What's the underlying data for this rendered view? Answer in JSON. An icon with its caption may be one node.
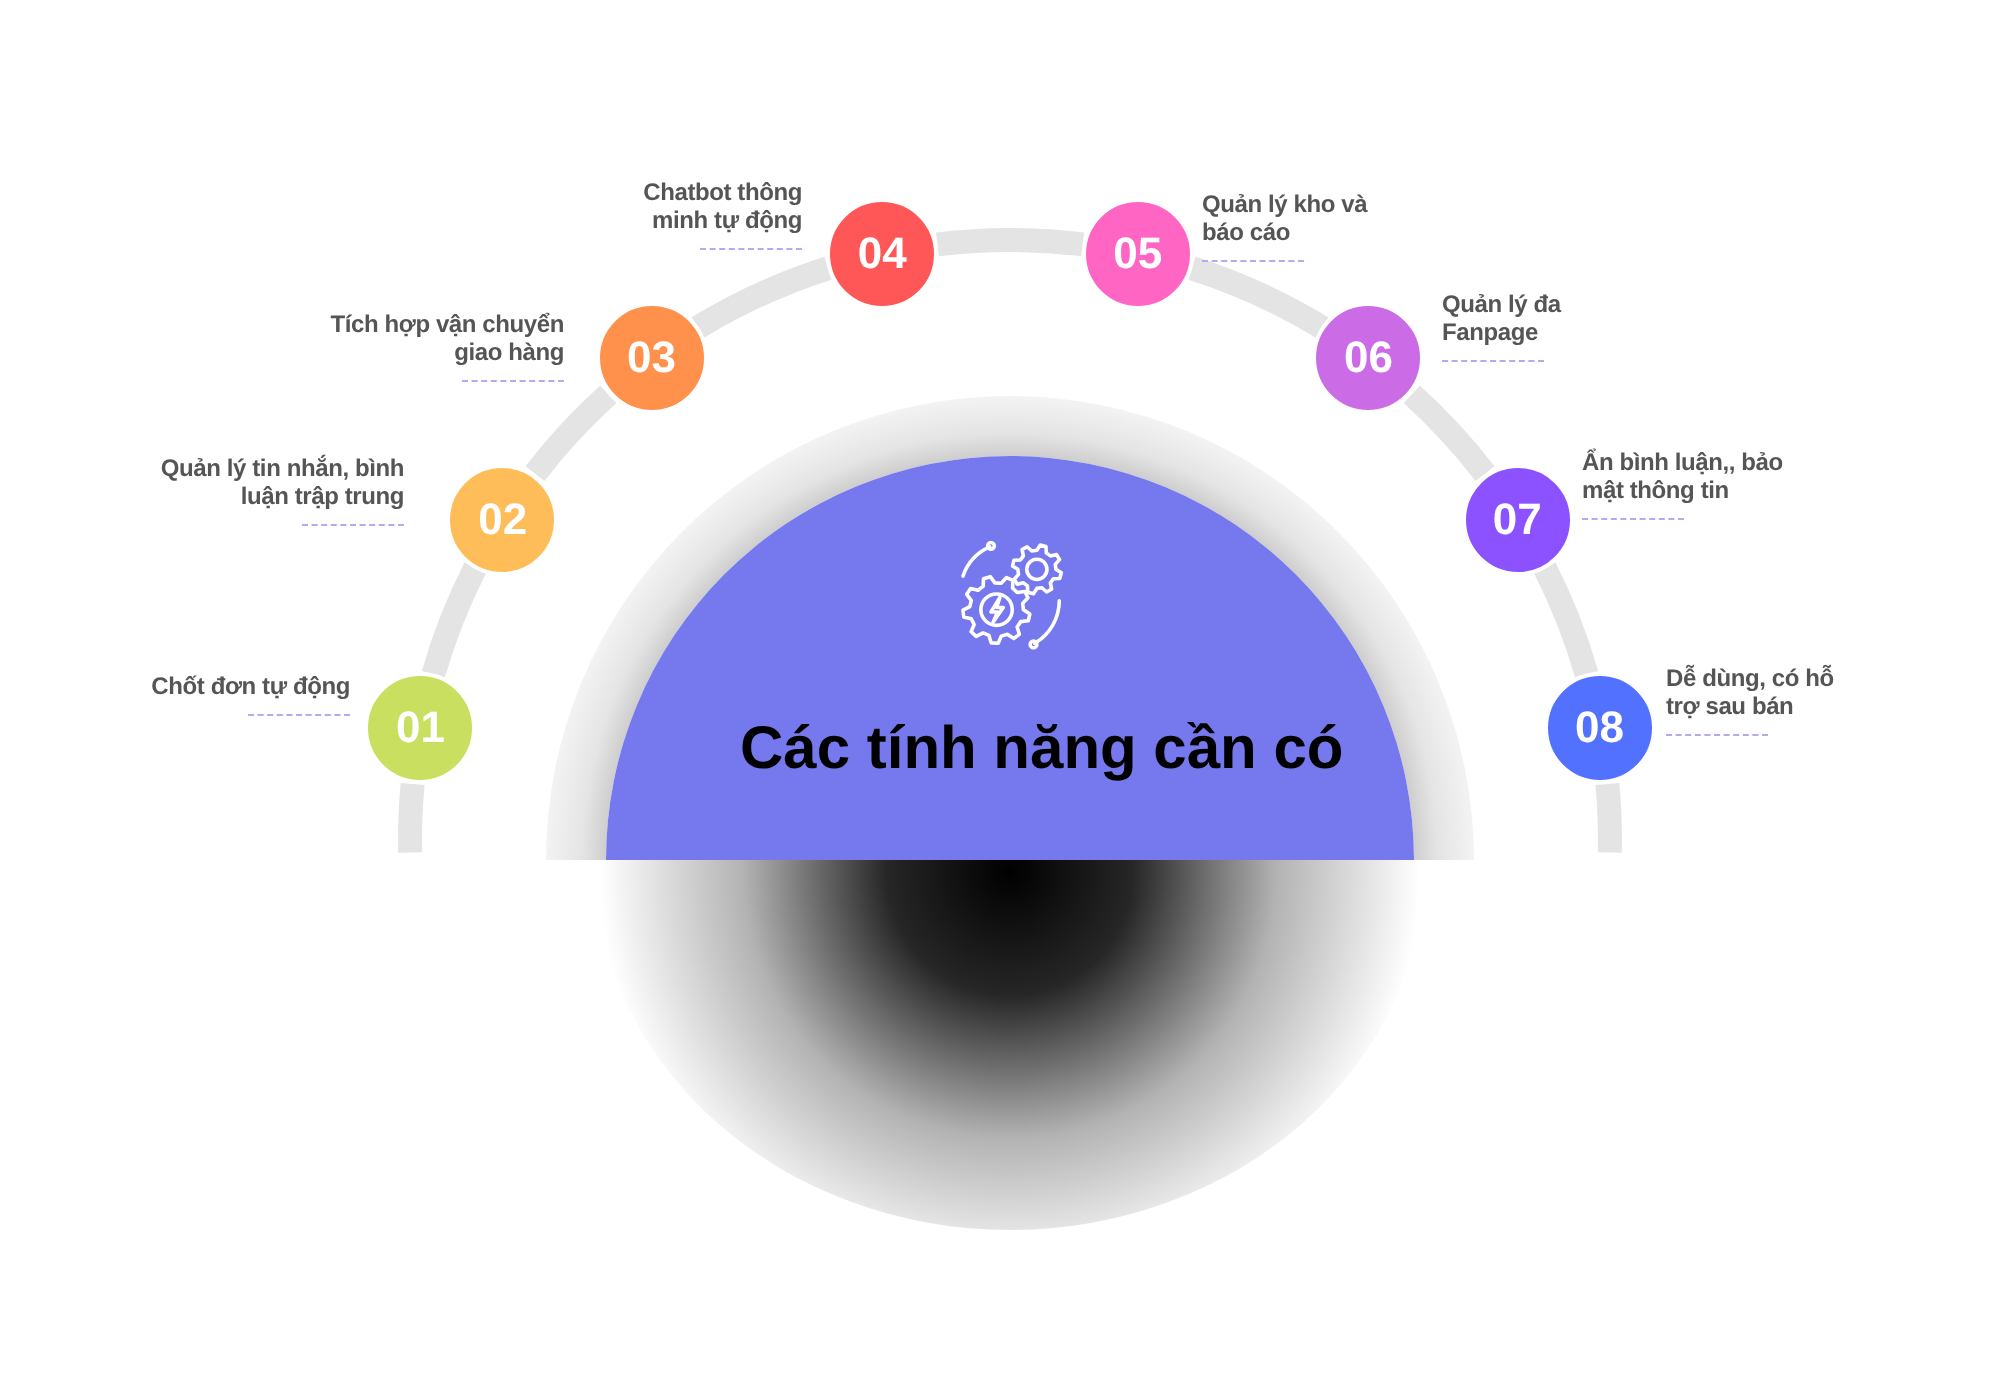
{
  "diagram": {
    "nodes": [
      {
        "text": [
          "Các tính năng cần có"
        ]
      },
      {
        "text": [
          "01"
        ],
        "beside": [
          "Chốt đơn tự động"
        ]
      },
      {
        "text": [
          "02"
        ],
        "beside": [
          "Quản lý tin nhắn, bình luận trập trung"
        ]
      },
      {
        "text": [
          "03"
        ],
        "beside": [
          "Tích hợp vận chuyển giao hàng"
        ]
      },
      {
        "text": [
          "04"
        ],
        "beside": [
          "Chatbot thông minh tự động"
        ]
      },
      {
        "text": [
          "05"
        ],
        "beside": [
          "Quản lý kho và báo cáo"
        ]
      },
      {
        "text": [
          "06"
        ],
        "beside": [
          "Quản lý đa Fanpage"
        ]
      },
      {
        "text": [
          "07"
        ],
        "beside": [
          "Ẩn bình luận,, bảo mật thông tin"
        ]
      },
      {
        "text": [
          "08"
        ],
        "beside": [
          "Dễ dùng, có hỗ trợ sau bán"
        ]
      }
    ],
    "edges": [
      {
        "from": null,
        "to": 1,
        "arrow": "none"
      },
      {
        "from": 1,
        "to": 2,
        "arrow": "none"
      },
      {
        "from": 2,
        "to": 3,
        "arrow": "none"
      },
      {
        "from": 3,
        "to": 4,
        "arrow": "none"
      },
      {
        "from": 4,
        "to": 5,
        "arrow": "none"
      },
      {
        "from": 5,
        "to": 6,
        "arrow": "none"
      },
      {
        "from": 6,
        "to": 7,
        "arrow": "none"
      },
      {
        "from": 7,
        "to": 8,
        "arrow": "none"
      },
      {
        "from": 8,
        "to": null,
        "arrow": "none"
      }
    ]
  }
}
